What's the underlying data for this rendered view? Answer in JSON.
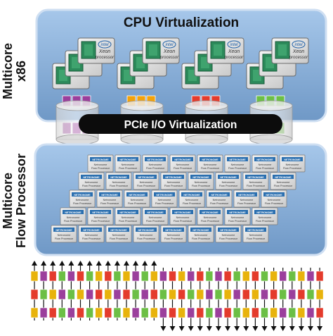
{
  "cpu_panel": {
    "title": "CPU Virtualization",
    "side_label": [
      "Multicore",
      "x86"
    ],
    "processor_chip": {
      "brand": "intel",
      "product": "Xeon",
      "subtitle": "processor",
      "groups": 4,
      "chips_per_group": 3
    },
    "core_colors": [
      "#9b3f9c",
      "#f2a20a",
      "#e43b2c",
      "#6cbf45"
    ]
  },
  "io_bar": {
    "label": "PCIe I/O Virtualization"
  },
  "flow_panel": {
    "side_label": [
      "Multicore",
      "Flow Processor"
    ],
    "chip": {
      "brand": "NETRONOME",
      "line1": "Netronome",
      "line2": "Flow Processor"
    },
    "rows": 5,
    "columns": 8
  },
  "flow_grid": {
    "rows": 3,
    "columns": 32,
    "top_arrow_columns": 14,
    "colors": [
      "#e8b30c",
      "#9b3f9c",
      "#e43b2c",
      "#6cbf45"
    ]
  }
}
